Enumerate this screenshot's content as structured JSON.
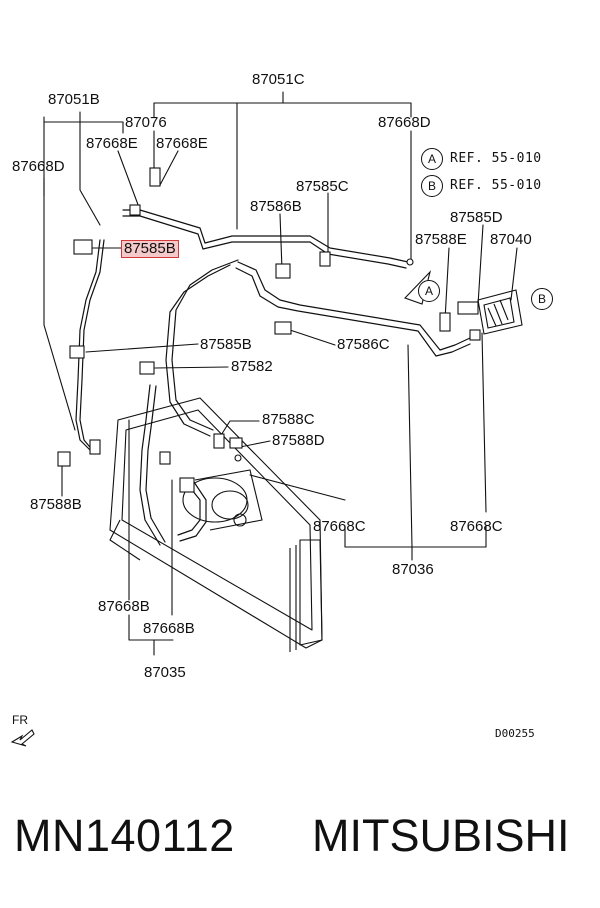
{
  "labels": {
    "p87051C": "87051C",
    "p87051B": "87051B",
    "p87076": "87076",
    "p87668E_1": "87668E",
    "p87668E_2": "87668E",
    "p87668D_left": "87668D",
    "p87668D_right": "87668D",
    "p87585C": "87585C",
    "p87586B": "87586B",
    "p87585D": "87585D",
    "p87588E": "87588E",
    "p87040": "87040",
    "p87585B_highlighted": "87585B",
    "p87585B": "87585B",
    "p87586C": "87586C",
    "p87582": "87582",
    "p87588C": "87588C",
    "p87588D": "87588D",
    "p87588B": "87588B",
    "p87668C_1": "87668C",
    "p87668C_2": "87668C",
    "p87036": "87036",
    "p87668B_1": "87668B",
    "p87668B_2": "87668B",
    "p87035": "87035"
  },
  "references": {
    "ref_a": {
      "circle": "A",
      "text": "REF. 55-010"
    },
    "ref_b": {
      "circle": "B",
      "text": "REF. 55-010"
    },
    "marker_a": "A",
    "marker_b": "B"
  },
  "orientation": {
    "label": "FR"
  },
  "diagram_code": "D00255",
  "footer": {
    "part_number": "MN140112",
    "brand": "MITSUBISHI"
  },
  "colors": {
    "line": "#111111",
    "highlight_border": "#d23a3a",
    "highlight_fill": "#f5c9c9"
  }
}
